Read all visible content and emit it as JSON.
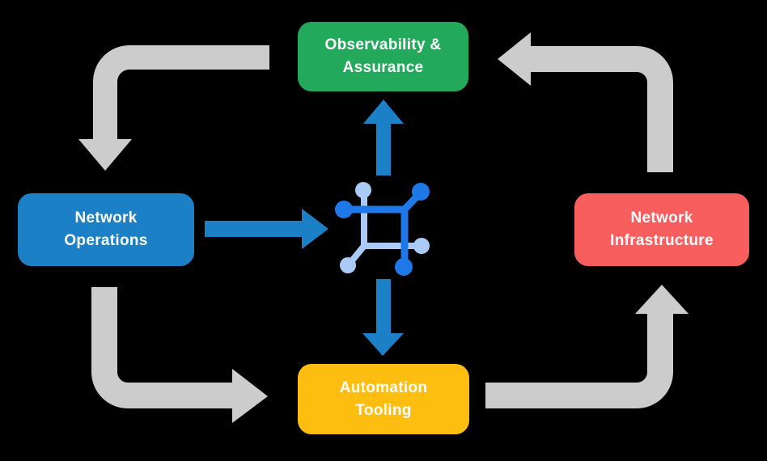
{
  "nodes": [
    {
      "id": "observability-assurance",
      "label": "Observability & Assurance",
      "color": "#22A95B"
    },
    {
      "id": "network-operations",
      "label": "Network Operations",
      "color": "#1B80C5"
    },
    {
      "id": "network-infrastructure",
      "label": "Network Infrastructure",
      "color": "#F95E5E"
    },
    {
      "id": "automation-tooling",
      "label": "Automation Tooling",
      "color": "#FDBE10"
    }
  ],
  "colors": {
    "background": "#000000",
    "arrow_gray": "#CCCCCC",
    "arrow_blue": "#1B80C5",
    "icon_dark_blue": "#1E78E8",
    "icon_light_blue": "#A9CBF6",
    "label_text": "#FFFFFF"
  },
  "center_icon": {
    "name": "network-mesh-icon"
  },
  "flows": {
    "outer_cycle": [
      {
        "from": "Observability & Assurance",
        "to": "Network Operations",
        "color_key": "arrow_gray"
      },
      {
        "from": "Network Operations",
        "to": "Automation Tooling",
        "color_key": "arrow_gray"
      },
      {
        "from": "Automation Tooling",
        "to": "Network Infrastructure",
        "color_key": "arrow_gray"
      },
      {
        "from": "Network Infrastructure",
        "to": "Observability & Assurance",
        "color_key": "arrow_gray"
      }
    ],
    "center_links": [
      {
        "from": "Network Operations",
        "to": "center-icon",
        "color_key": "arrow_blue"
      },
      {
        "from": "center-icon",
        "to": "Observability & Assurance",
        "color_key": "arrow_blue"
      },
      {
        "from": "center-icon",
        "to": "Automation Tooling",
        "color_key": "arrow_blue"
      }
    ]
  }
}
